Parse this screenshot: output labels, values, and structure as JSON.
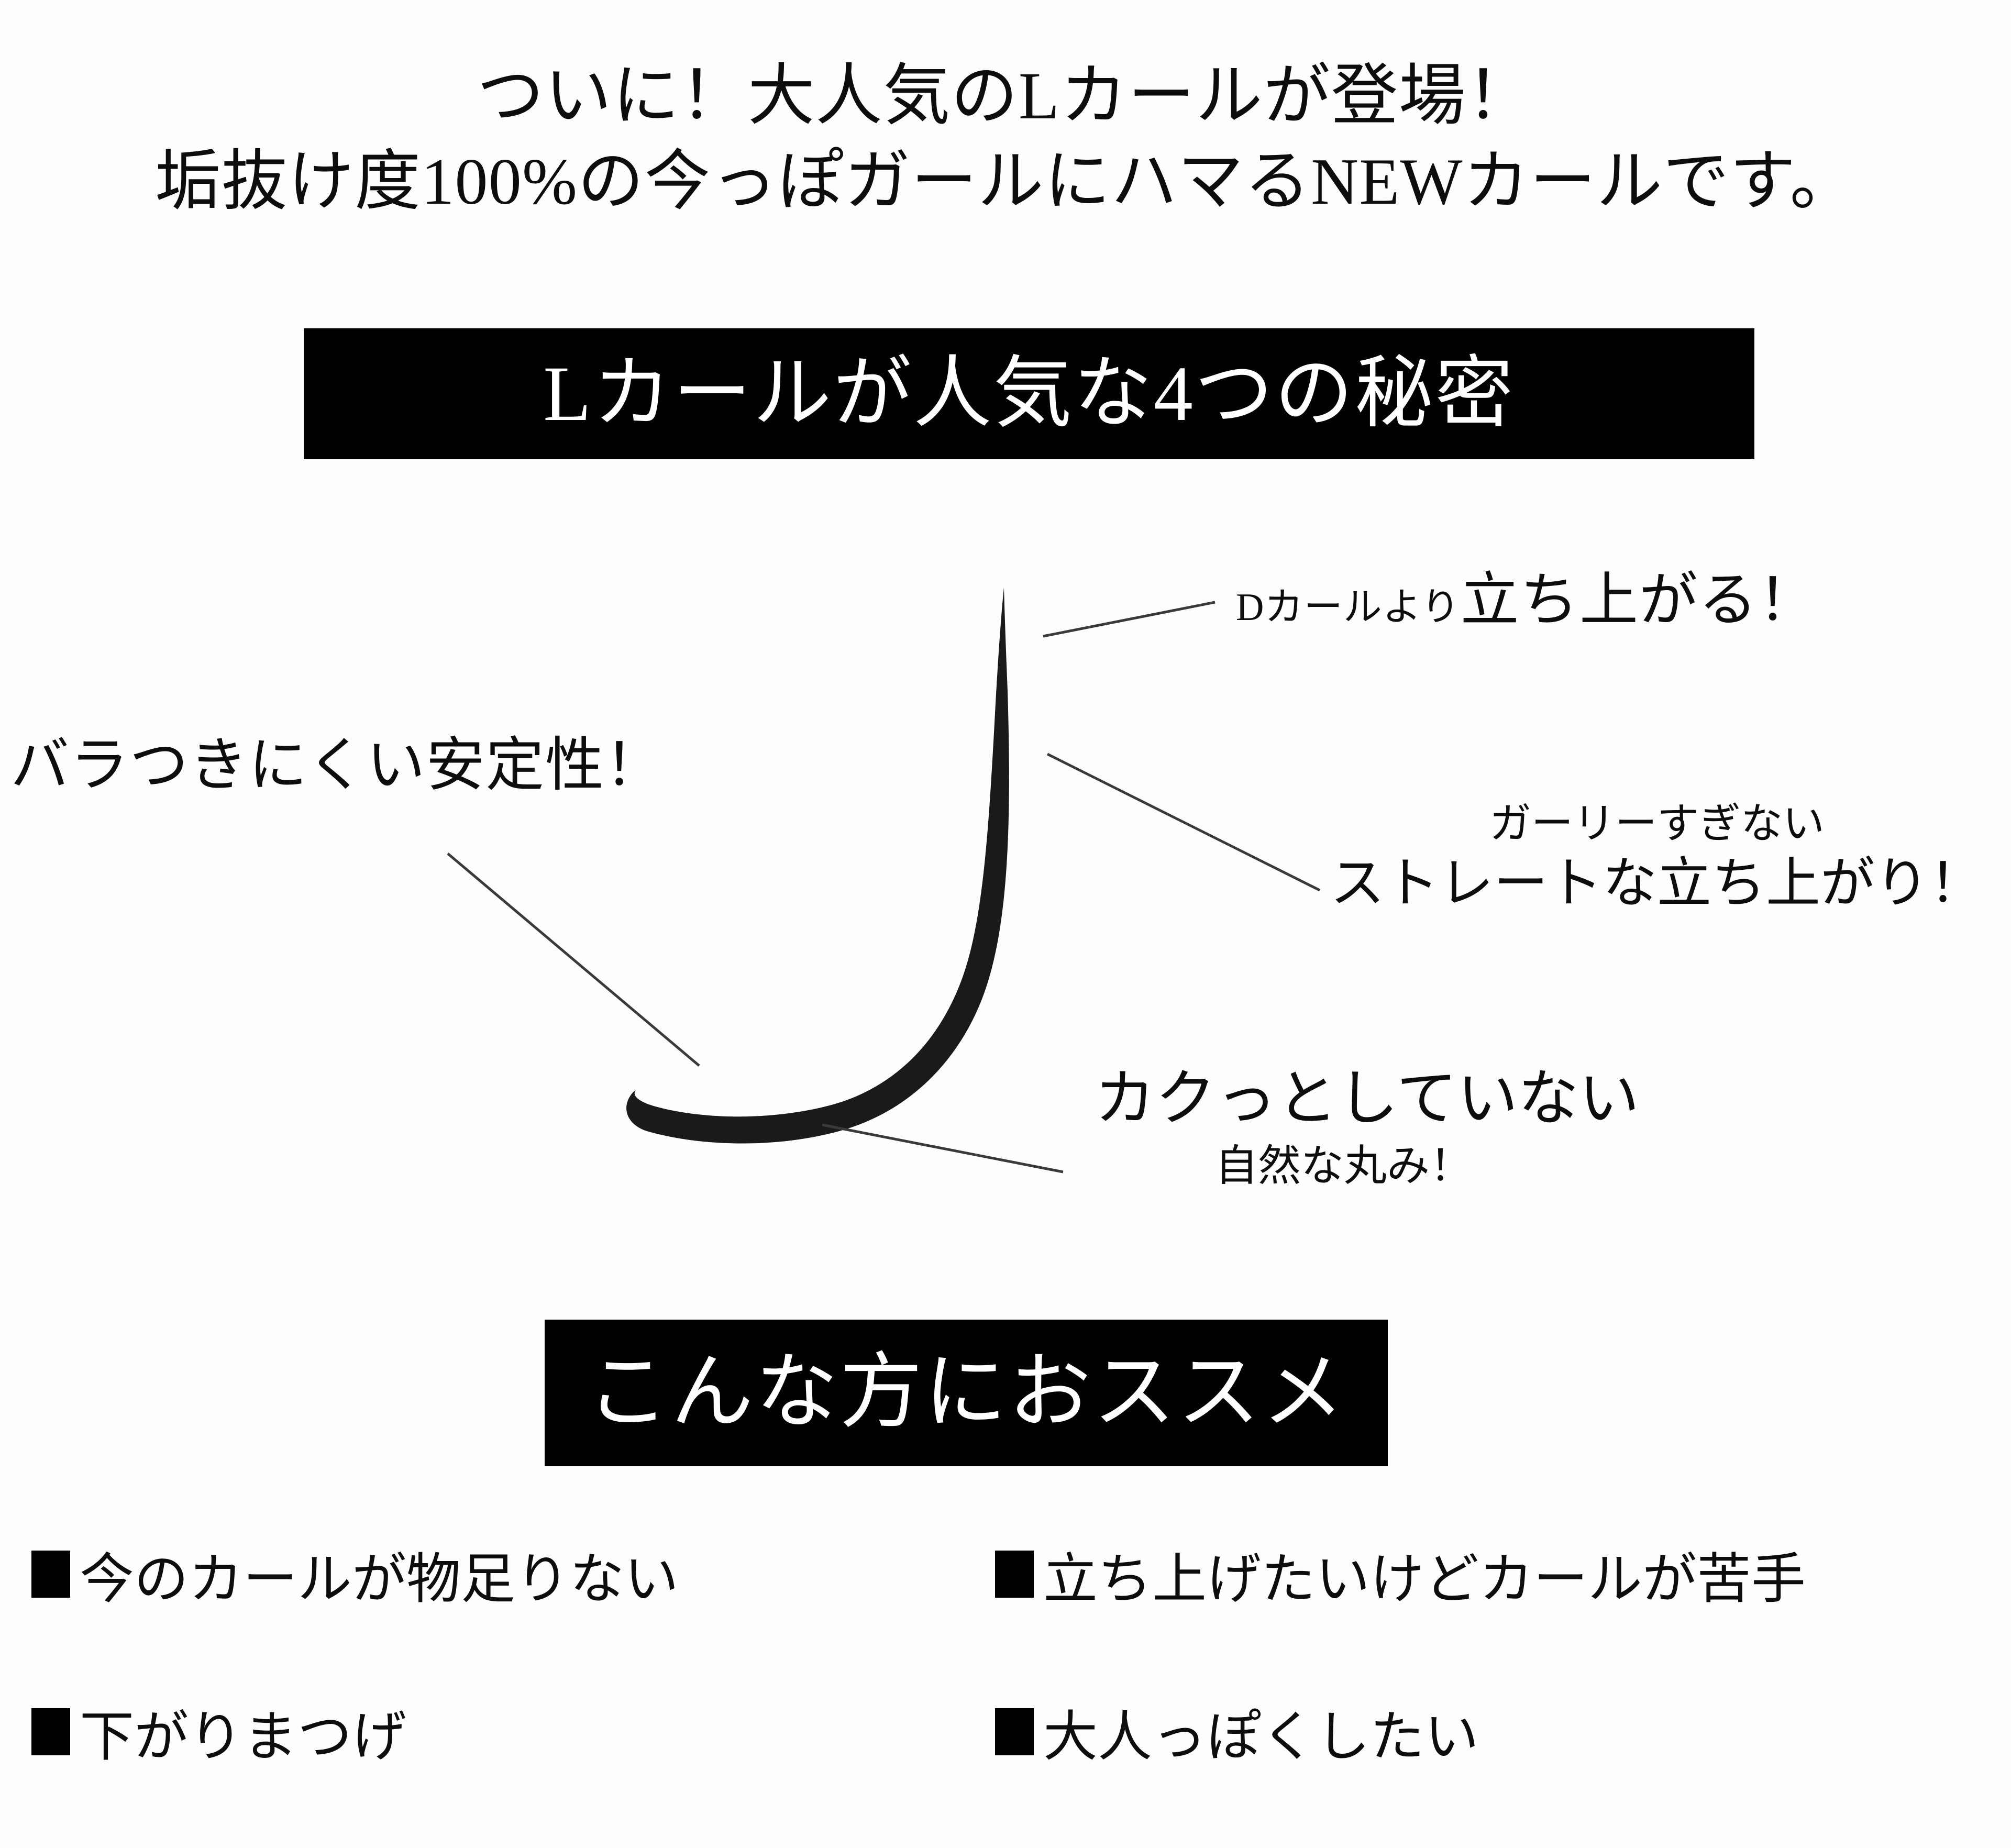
{
  "intro": {
    "line1": "ついに！大人気のLカールが登場！",
    "line2": "垢抜け度100%の今っぽガールにハマるNEWカールです。"
  },
  "banners": {
    "secrets": "Lカールが人気な4つの秘密",
    "recommend": "こんな方におススメ"
  },
  "callouts": {
    "d_curl": {
      "small": "Dカールより",
      "big": "立ち上がる！"
    },
    "stability": {
      "text": "バラつきにくい安定性！"
    },
    "straight": {
      "line1": "ガーリーすぎない",
      "line2": "ストレートな立ち上がり！"
    },
    "round": {
      "line1": "カクっとしていない",
      "line2": "自然な丸み！"
    }
  },
  "recommend_items": [
    {
      "label": "今のカールが物足りない"
    },
    {
      "label": "立ち上げたいけどカールが苦手"
    },
    {
      "label": "下がりまつげ"
    },
    {
      "label": "大人っぽくしたい"
    }
  ],
  "colors": {
    "background": "#fdfdfd",
    "text": "#0d0d0d",
    "banner_bg": "#000000",
    "banner_text": "#ffffff",
    "lash": "#1a1a1a",
    "leader_line": "#3a3a3a"
  }
}
